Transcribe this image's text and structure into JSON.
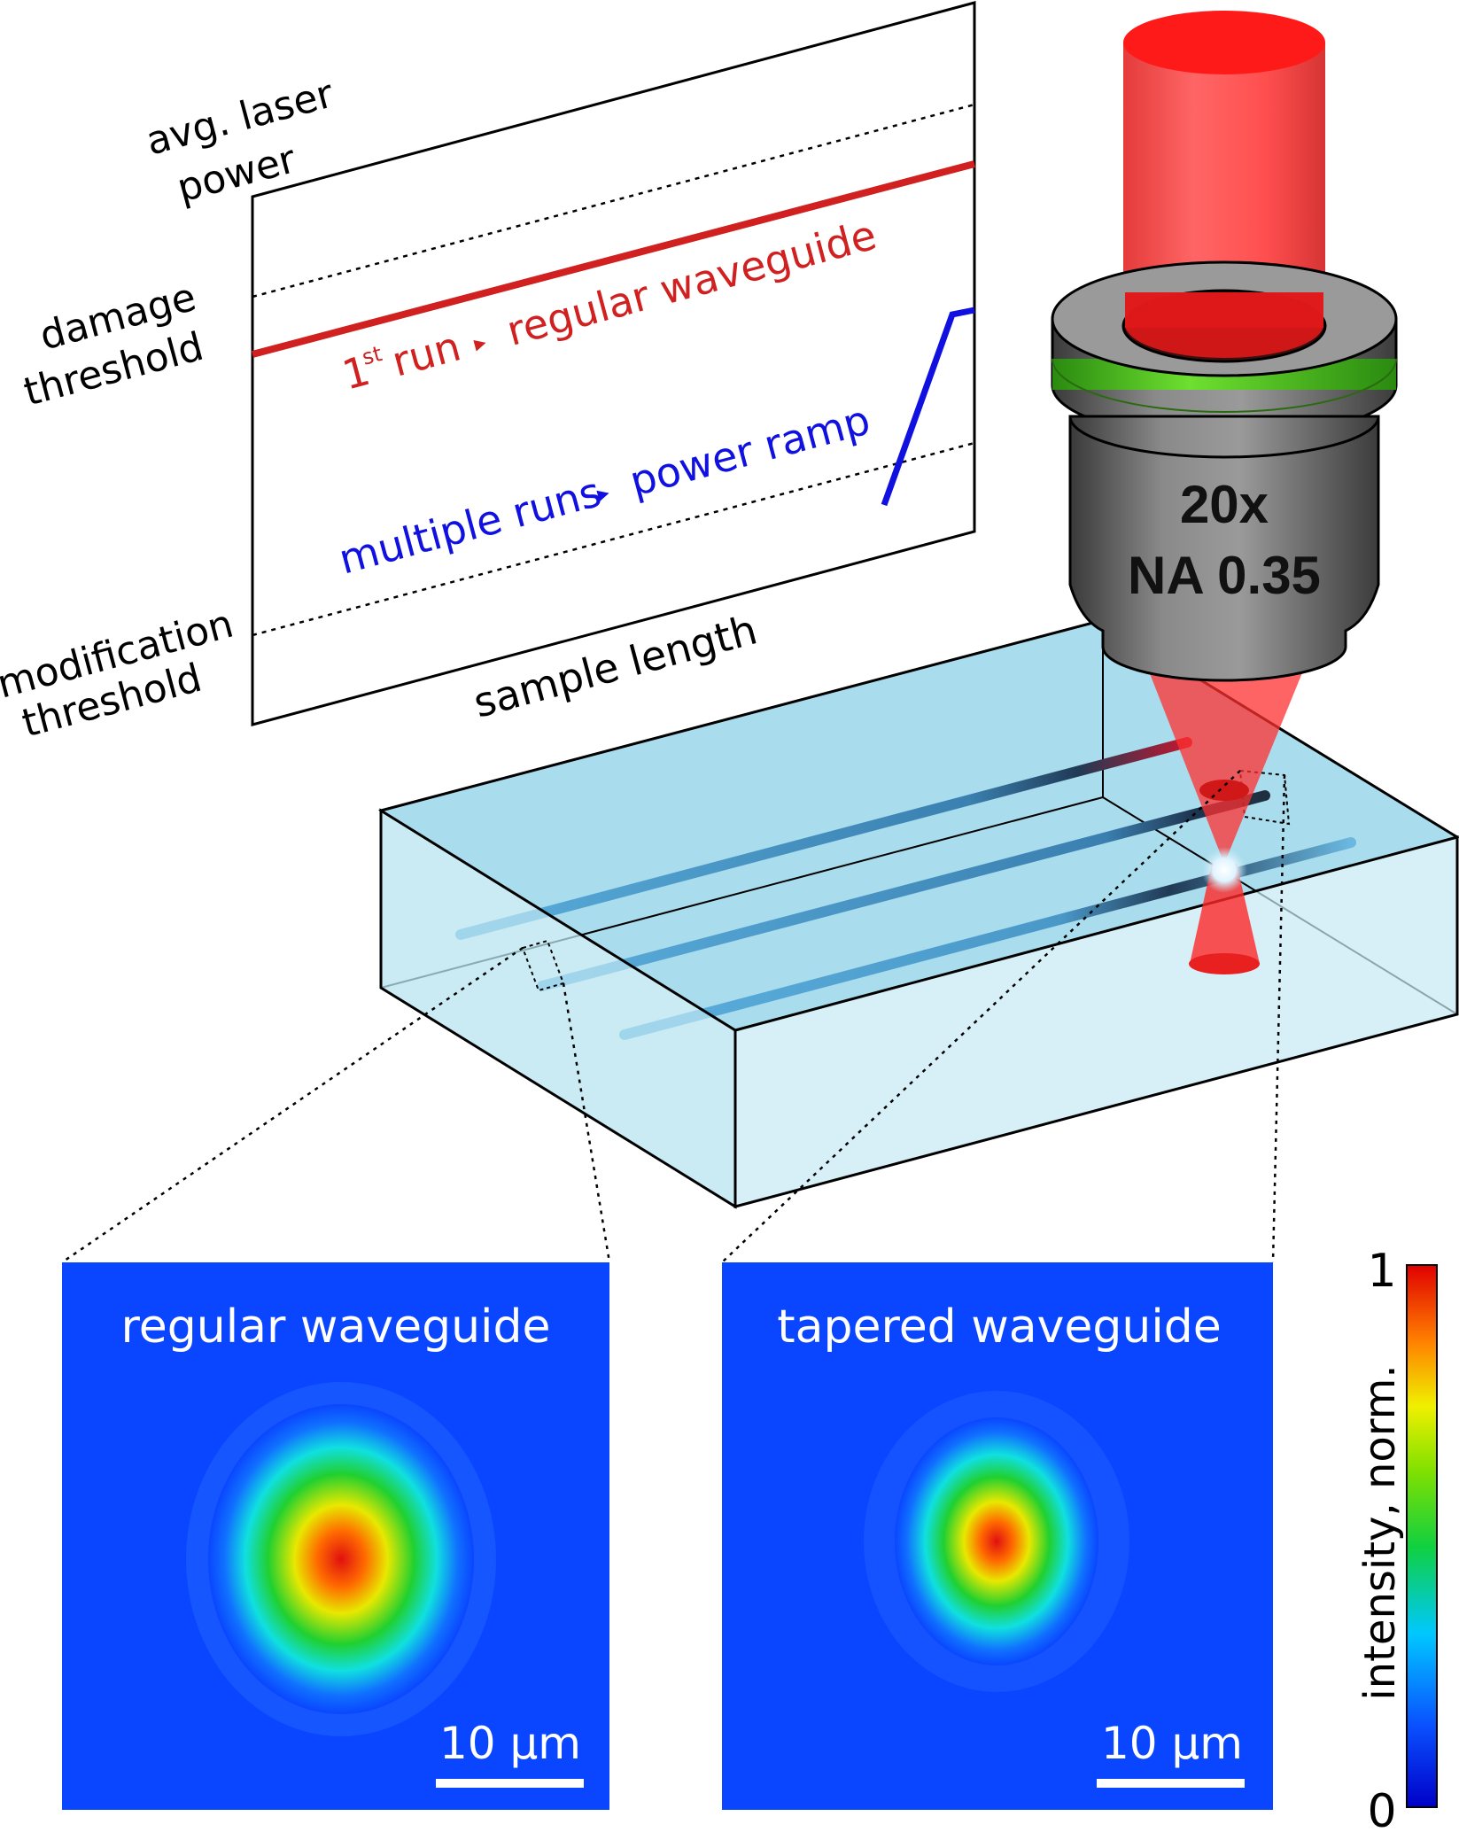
{
  "graph": {
    "axis_y_label_line1": "avg. laser",
    "axis_y_label_line2": "power",
    "damage_line1": "damage",
    "damage_line2": "threshold",
    "modification_line1": "modification",
    "modification_line2": "threshold",
    "run1_prefix": "1",
    "run1_superscript": "st",
    "run1_suffix": "run",
    "run1_result": "regular waveguide",
    "multi_prefix": "multiple runs",
    "multi_result": "power ramp",
    "arrow_glyph": "▸",
    "x_label": "sample length",
    "colors": {
      "regular": "#d02020",
      "ramp": "#1010e0"
    }
  },
  "objective": {
    "magnification": "20x",
    "na": "NA 0.35"
  },
  "mode_images": {
    "left_title": "regular waveguide",
    "right_title": "tapered waveguide",
    "scale_bar": "10 µm"
  },
  "colorbar": {
    "max": "1",
    "min": "0",
    "label": "intensity, norm."
  }
}
